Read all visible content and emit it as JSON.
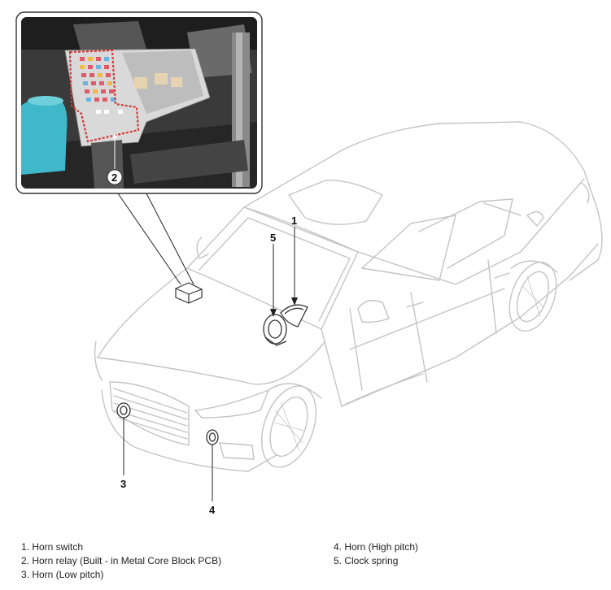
{
  "callouts": {
    "c1": "1",
    "c2": "2",
    "c3": "3",
    "c4": "4",
    "c5": "5"
  },
  "legend": {
    "left": [
      "1. Horn switch",
      "2. Horn relay (Built - in Metal Core Block PCB)",
      "3. Horn (Low pitch)"
    ],
    "right": [
      "4. Horn (High pitch)",
      "5. Clock spring"
    ]
  },
  "colors": {
    "car_line": "#c8c8c8",
    "callout_line": "#222222",
    "washer_tank": "#3fb8c9",
    "fuse_highlight": "#d23b3b",
    "photo_dark": "#2a2a2a"
  }
}
